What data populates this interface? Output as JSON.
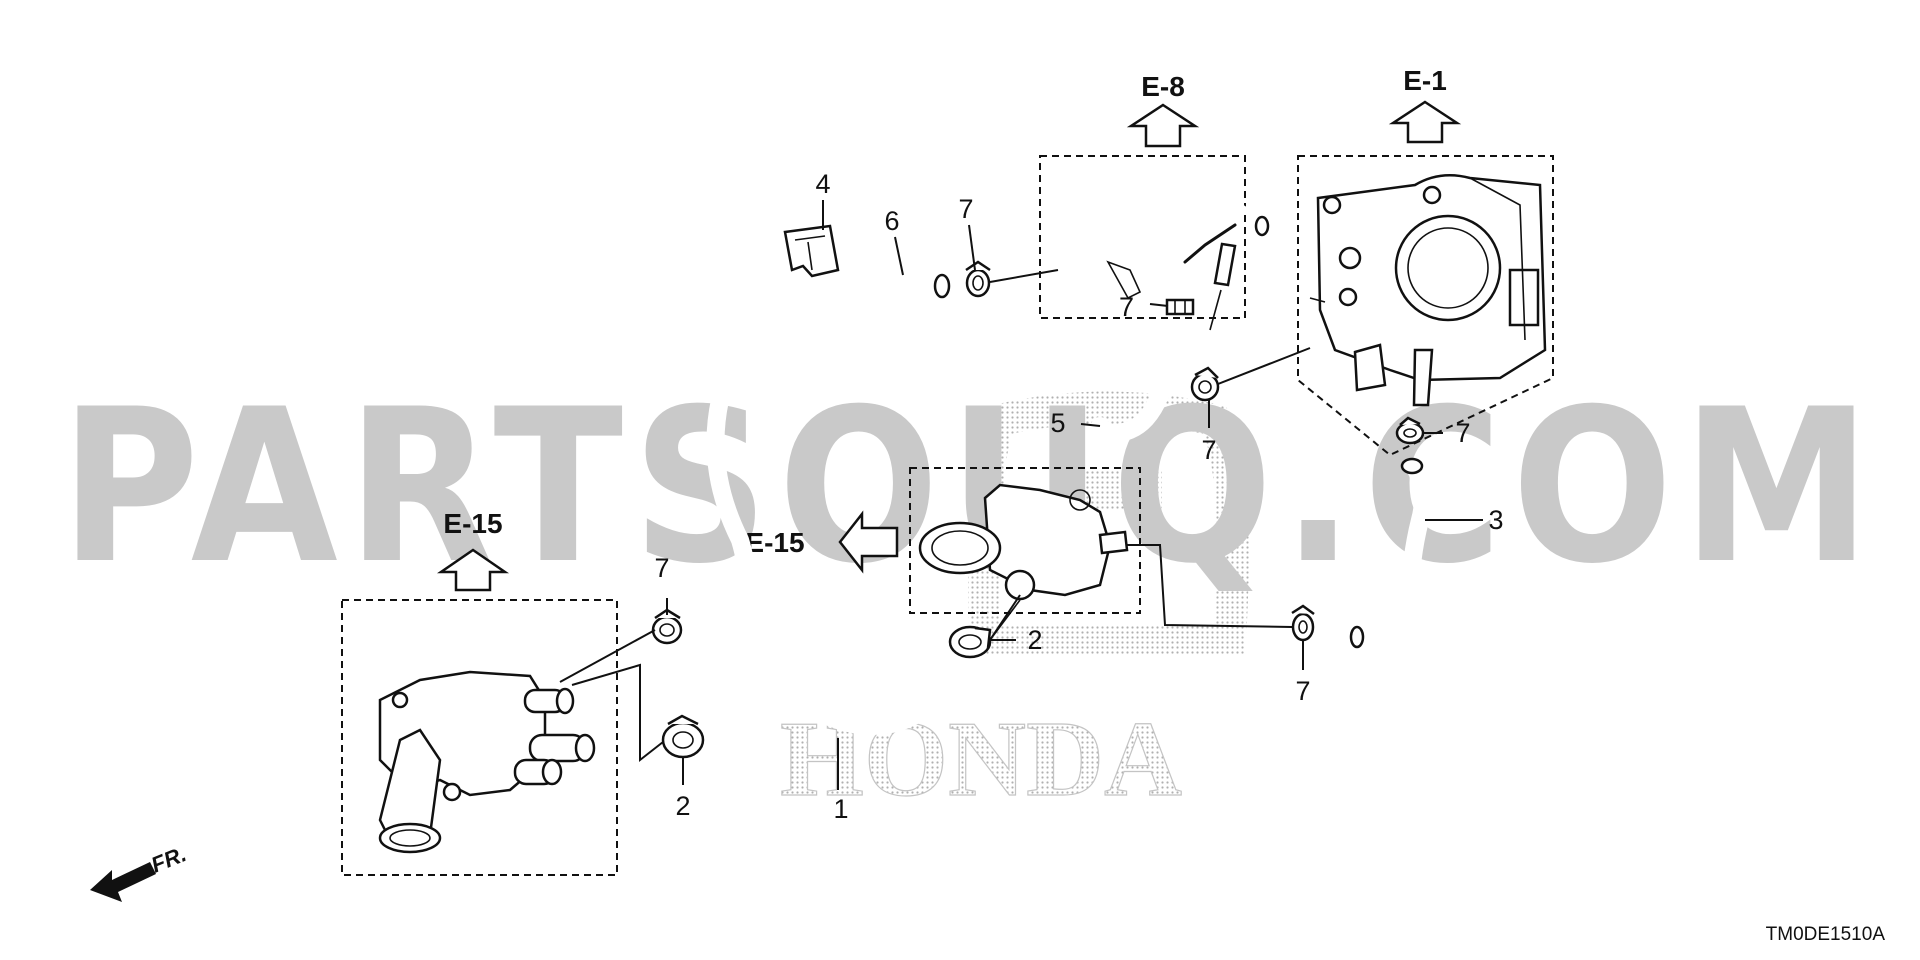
{
  "watermark": {
    "text": "PARTSOUQ.COM",
    "brand": "HONDA",
    "color": "#c9c9c9"
  },
  "reference_labels": {
    "e8": "E-8",
    "e1": "E-1",
    "e15_left": "E-15",
    "e15_center": "E-15"
  },
  "callouts": {
    "c1": "1",
    "c2_center": "2",
    "c2_left": "2",
    "c3": "3",
    "c4": "4",
    "c5": "5",
    "c6": "6",
    "c7_top": "7",
    "c7_mid": "7",
    "c7_clamp": "7",
    "c7_right": "7",
    "c7_left": "7",
    "c7_bottom": "7"
  },
  "front_indicator": "FR.",
  "part_code": "TM0DE1510A"
}
